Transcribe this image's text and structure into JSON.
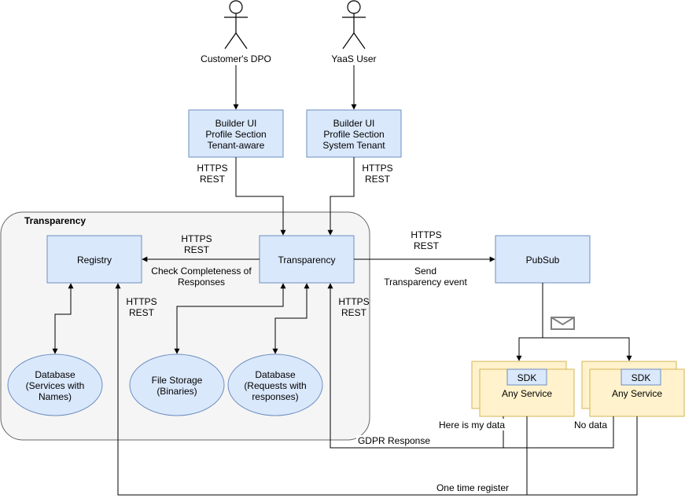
{
  "actors": {
    "customer_dpo": "Customer's DPO",
    "yaas_user": "YaaS User"
  },
  "builder_tenant": [
    "Builder UI",
    "Profile Section",
    "Tenant-aware"
  ],
  "builder_system": [
    "Builder UI",
    "Profile Section",
    "System Tenant"
  ],
  "container_title": "Transparency",
  "registry": "Registry",
  "transparency": "Transparency",
  "pubsub": "PubSub",
  "db_services": [
    "Database",
    "(Services with",
    "Names)"
  ],
  "file_storage": [
    "File Storage",
    "(Binaries)"
  ],
  "db_requests": [
    "Database",
    "(Requests with",
    "responses)"
  ],
  "service_1": {
    "sdk": "SDK",
    "name": "Any Service"
  },
  "service_2": {
    "sdk": "SDK",
    "name": "Any Service"
  },
  "edge_labels": {
    "https_rest_left": [
      "HTTPS",
      "REST"
    ],
    "https_rest_right": [
      "HTTPS",
      "REST"
    ],
    "https_rest_registry": [
      "HTTPS",
      "REST"
    ],
    "check_completeness": [
      "Check Completeness of",
      "Responses"
    ],
    "https_rest_pubsub": [
      "HTTPS",
      "REST"
    ],
    "send_event": [
      "Send",
      "Transparency event"
    ],
    "https_rest_up_registry": [
      "HTTPS",
      "REST"
    ],
    "https_rest_up_transparency": [
      "HTTPS",
      "REST"
    ],
    "here_is_my_data": "Here is my data",
    "no_data": "No data",
    "gdpr_response": "GDPR Response",
    "one_time_register": "One time register"
  },
  "colors": {
    "box_fill": "#dae8fc",
    "box_stroke": "#6c8ebf",
    "container_fill": "#f5f5f5",
    "container_stroke": "#666666",
    "service_fill": "#fff2cc",
    "service_stroke": "#d6b656",
    "envelope": "#808080"
  }
}
